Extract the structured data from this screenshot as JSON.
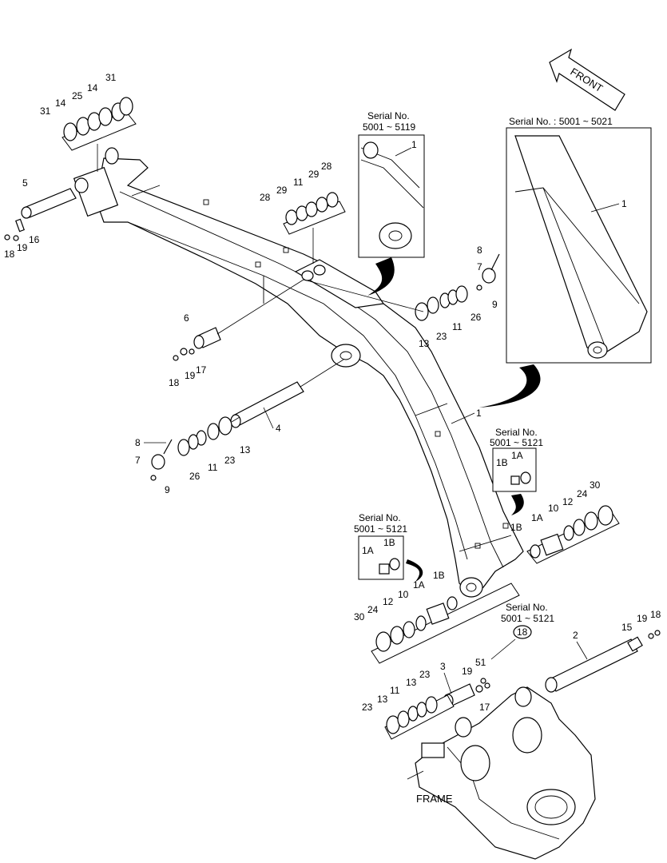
{
  "front_label": "FRONT",
  "frame_label": "FRAME",
  "insets": {
    "top_center": {
      "serial": "Serial No.",
      "range": "5001 ~ 5119",
      "part": "1"
    },
    "top_right": {
      "serial": "Serial No.  : 5001 ~ 5021",
      "part": "1"
    },
    "right_mid": {
      "serial": "Serial No.",
      "range": "5001 ~ 5121",
      "a": "1A",
      "b": "1B"
    },
    "left_mid": {
      "serial": "Serial No.",
      "range": "5001 ~ 5121",
      "a": "1A",
      "b": "1B"
    },
    "bottom": {
      "serial": "Serial No.",
      "range": "5001 ~ 5121",
      "circled": "18"
    }
  },
  "callouts": {
    "c31a": "31",
    "c14a": "14",
    "c25": "25",
    "c14b": "14",
    "c31b": "31",
    "c5": "5",
    "c16a": "16",
    "c18a": "18",
    "c19a": "19",
    "c28a": "28",
    "c29a": "29",
    "c11a": "11",
    "c29b": "29",
    "c28b": "28",
    "c8a": "8",
    "c7a": "7",
    "c9a": "9",
    "c26a": "26",
    "c11b": "11",
    "c23a": "23",
    "c13a": "13",
    "c6": "6",
    "c17a": "17",
    "c19b": "19",
    "c18b": "18",
    "c1": "1",
    "c4": "4",
    "c8b": "8",
    "c7b": "7",
    "c9b": "9",
    "c26b": "26",
    "c11c": "11",
    "c23b": "23",
    "c13b": "13",
    "c1b_r": "1B",
    "c1a_r": "1A",
    "c10a": "10",
    "c12a": "12",
    "c24a": "24",
    "c30a": "30",
    "c1b_l": "1B",
    "c1a_l": "1A",
    "c10b": "10",
    "c12b": "12",
    "c24b": "24",
    "c30b": "30",
    "c2": "2",
    "c15": "15",
    "c19c": "19",
    "c18c": "18",
    "c3": "3",
    "c19d": "19",
    "c51": "51",
    "c17b": "17",
    "c23c": "23",
    "c13c": "13",
    "c11d": "11",
    "c13d": "13",
    "c23d": "23"
  }
}
